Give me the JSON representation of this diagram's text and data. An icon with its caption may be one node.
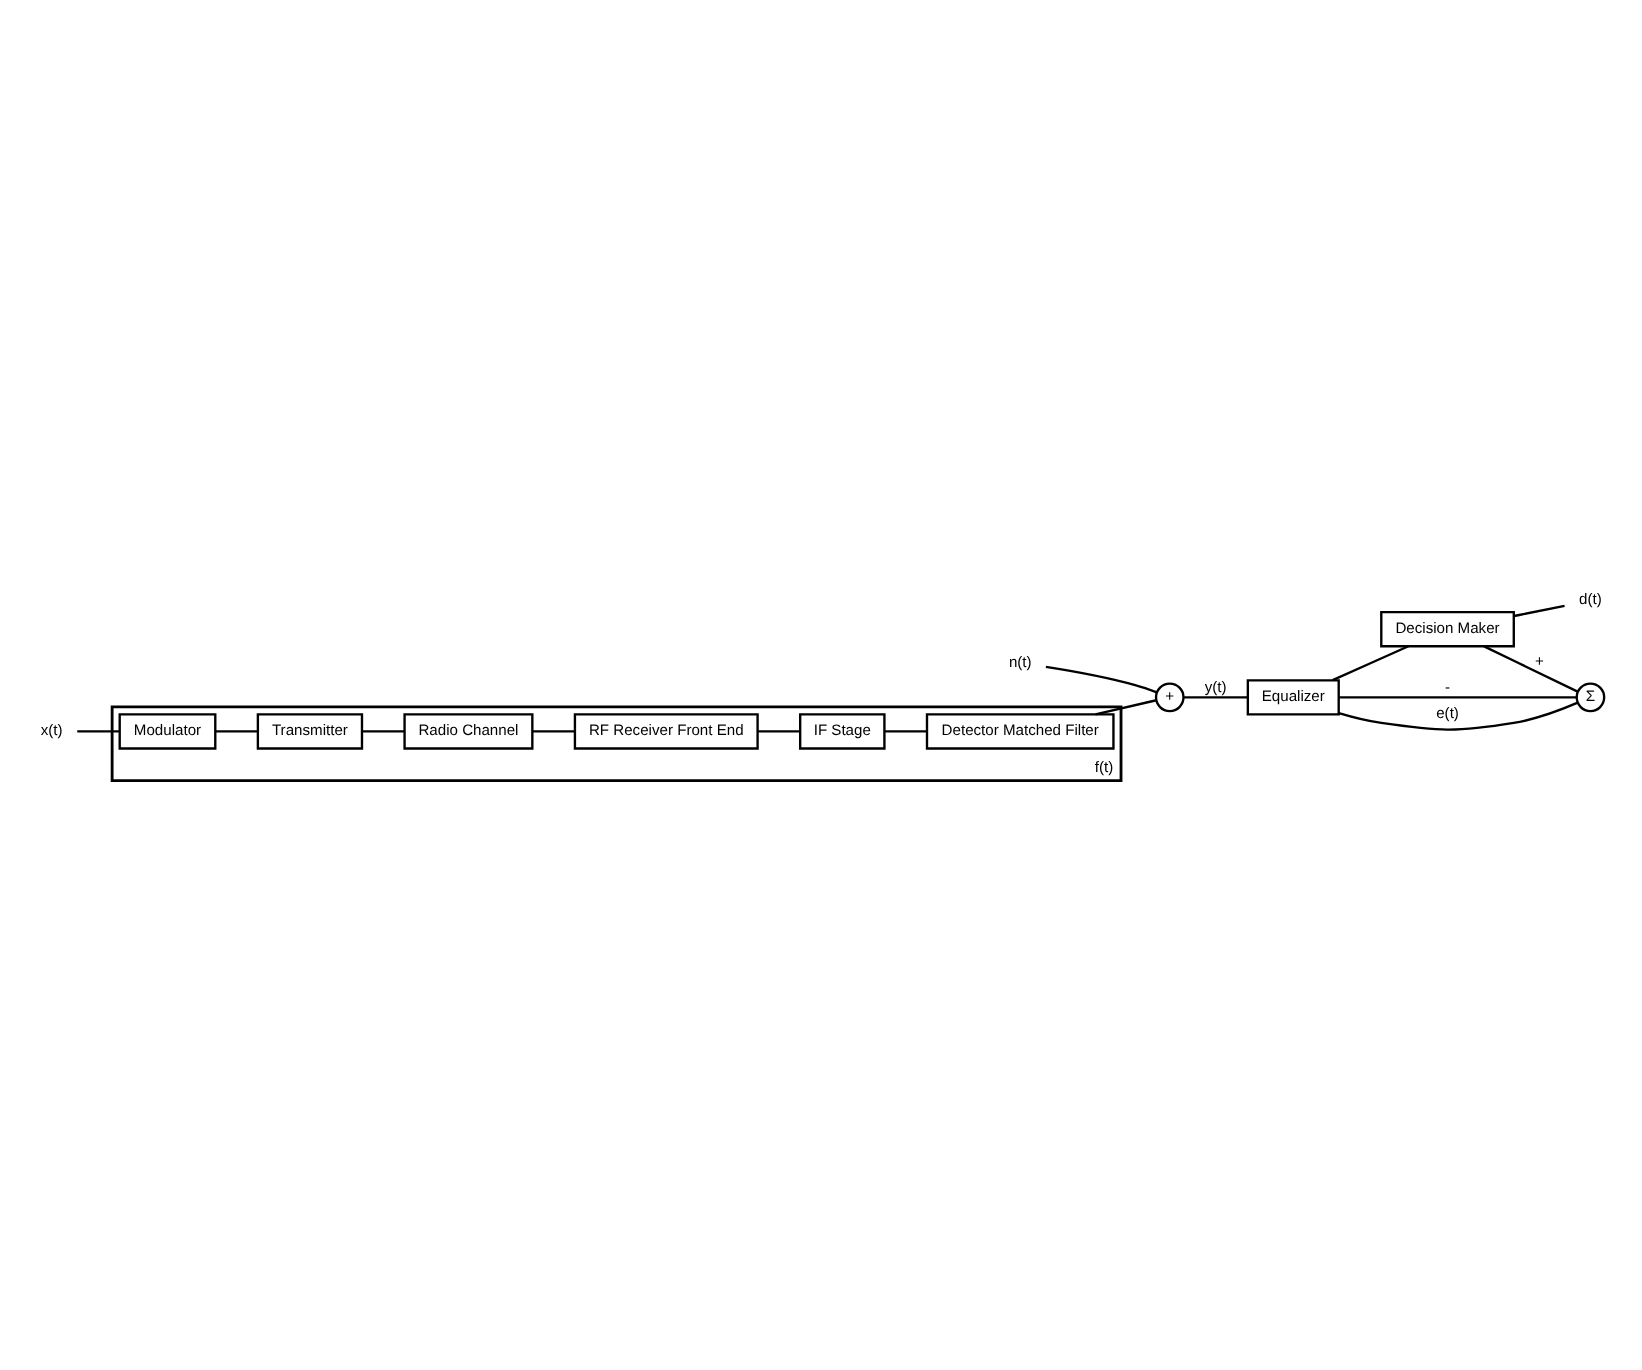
{
  "diagram": {
    "nodes": [
      {
        "text": [
          "f(t)"
        ]
      },
      {
        "text": [
          "Modulator"
        ],
        "in": 0
      },
      {
        "text": [
          "Transmitter"
        ],
        "in": 0
      },
      {
        "text": [
          "Radio Channel"
        ],
        "in": 0
      },
      {
        "text": [
          "Detector Matched Filter"
        ],
        "in": 0
      },
      {
        "text": [
          "IF Stage"
        ],
        "in": 0
      },
      {
        "text": [
          "RF Receiver Front End"
        ],
        "in": 0
      },
      {
        "text": [
          "x(t)"
        ]
      },
      {
        "text": [
          "+"
        ]
      },
      {
        "text": [
          "n(t)"
        ]
      },
      {
        "text": [
          "Equalizer"
        ]
      },
      {
        "text": [
          "Decision Maker"
        ]
      },
      {
        "text": [
          "Σ"
        ]
      },
      {
        "text": [
          "d(t)"
        ]
      }
    ],
    "edges": [
      {
        "from": 7,
        "to": 1,
        "arrow": "none"
      },
      {
        "from": 1,
        "to": 2,
        "arrow": "none"
      },
      {
        "from": 2,
        "to": 3,
        "arrow": "none"
      },
      {
        "from": 3,
        "to": 6,
        "arrow": "none"
      },
      {
        "from": 6,
        "to": 5,
        "arrow": "none"
      },
      {
        "from": 5,
        "to": 4,
        "arrow": "none"
      },
      {
        "from": 4,
        "to": 8,
        "arrow": "none"
      },
      {
        "from": 9,
        "to": 8,
        "arrow": "none"
      },
      {
        "from": 8,
        "to": 10,
        "arrow": "none",
        "label": "y(t)"
      },
      {
        "from": 10,
        "to": 11,
        "arrow": "none"
      },
      {
        "from": 11,
        "to": 13,
        "arrow": "none"
      },
      {
        "from": 10,
        "to": 12,
        "arrow": "none",
        "label": "-"
      },
      {
        "from": 11,
        "to": 12,
        "arrow": "none",
        "label": "+"
      },
      {
        "from": 12,
        "to": 10,
        "arrow": "none",
        "label": "e(t)"
      }
    ]
  }
}
